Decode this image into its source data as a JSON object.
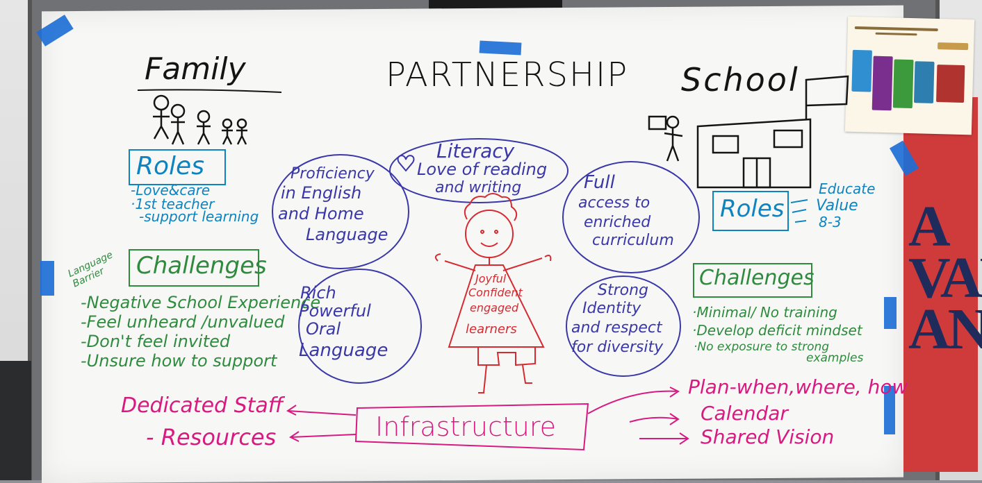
{
  "headings": {
    "family": "Family",
    "partnership": "PARTNERSHIP",
    "school": "School"
  },
  "family": {
    "roles_label": "Roles",
    "roles": [
      "-Love&care",
      "·1st teacher",
      "-support learning"
    ],
    "margin_note": "Language Barrier",
    "challenges_label": "Challenges",
    "challenges": [
      "-Negative School Experience",
      "-Feel unheard /unvalued",
      "-Don't feel invited",
      "-Unsure how to support"
    ]
  },
  "school": {
    "roles_label": "Roles",
    "roles": [
      "Educate",
      "Value",
      "8-3"
    ],
    "challenges_label": "Challenges",
    "challenges": [
      "·Minimal/ No training",
      "·Develop deficit mindset",
      "·No exposure to strong",
      "examples"
    ]
  },
  "bubbles": {
    "literacy": [
      "Literacy",
      "Love of reading",
      "and writing"
    ],
    "proficiency": [
      "Proficiency",
      "in English",
      "and Home",
      "Language"
    ],
    "oral": [
      "Rich",
      "Powerful",
      "Oral",
      "Language"
    ],
    "curriculum": [
      "Full",
      "access to",
      "enriched",
      "curriculum"
    ],
    "identity": [
      "Strong",
      "Identity",
      "and respect",
      "for diversity"
    ]
  },
  "learner": [
    "Joyful",
    "Confident",
    "engaged",
    "learners"
  ],
  "infrastructure": {
    "label": "Infrastructure",
    "left": [
      "Dedicated Staff",
      "- Resources"
    ],
    "right": [
      "Plan-when,where, how",
      "Calendar",
      "Shared Vision"
    ]
  },
  "colors": {
    "black": "#141414",
    "blue": "#0d84c0",
    "green": "#2e8b3e",
    "purple": "#3a37a8",
    "pink": "#d81a80",
    "red": "#d62a30",
    "tape": "#1e6fd6",
    "poster": "#cf3a3a"
  }
}
